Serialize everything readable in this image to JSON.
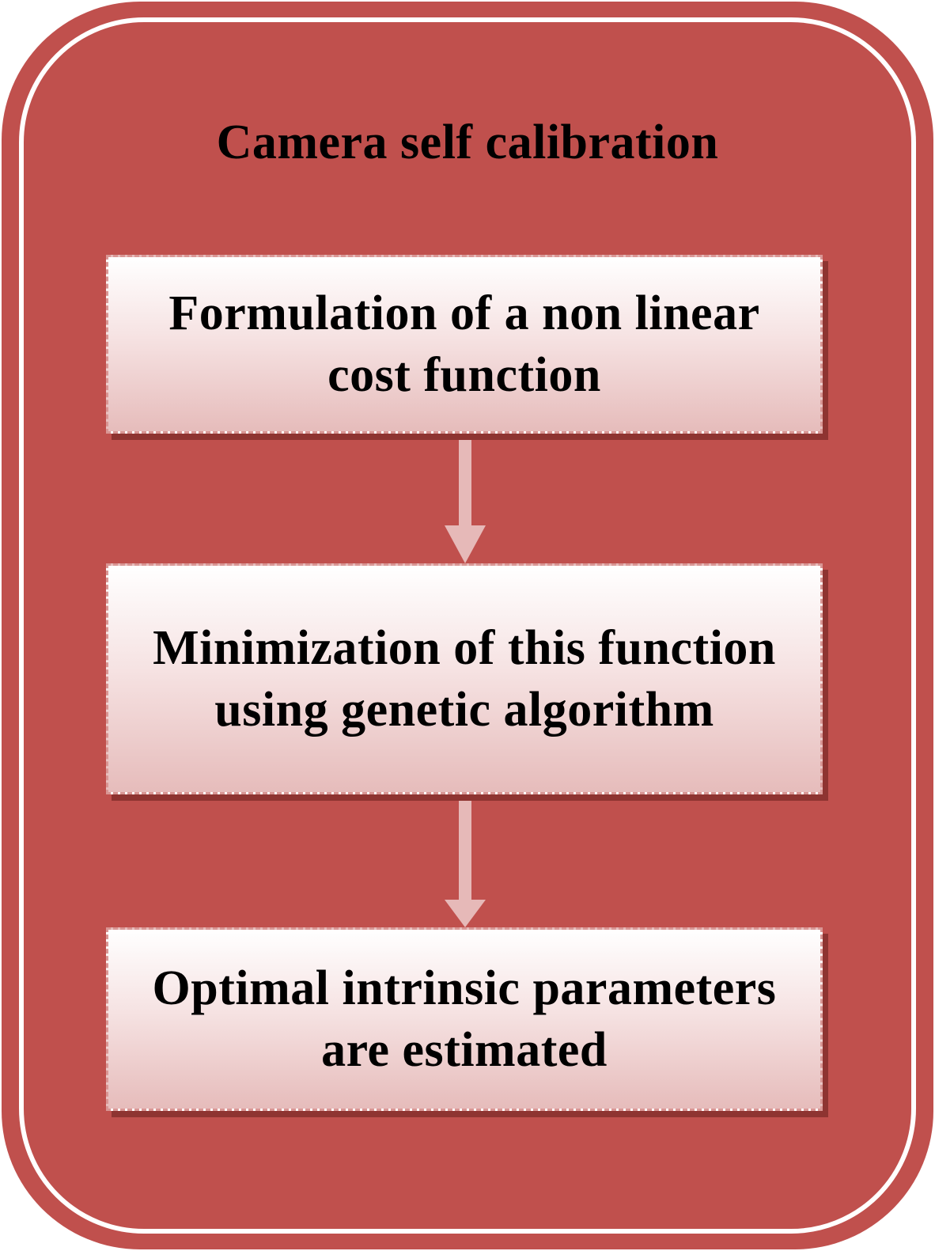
{
  "diagram": {
    "title": "Camera self calibration",
    "steps": [
      {
        "label": "Formulation of a non linear cost function"
      },
      {
        "label": "Minimization of this function using genetic algorithm"
      },
      {
        "label": "Optimal intrinsic parameters are estimated"
      }
    ],
    "colors": {
      "panel": "#c0504d",
      "panel_border": "#ffffff",
      "box_top": "#ffffff",
      "box_bottom": "#e6bcbb",
      "box_shadow": "#8e3431",
      "box_border": "#d99694",
      "arrow": "#e6b9b8",
      "text": "#000000"
    }
  }
}
